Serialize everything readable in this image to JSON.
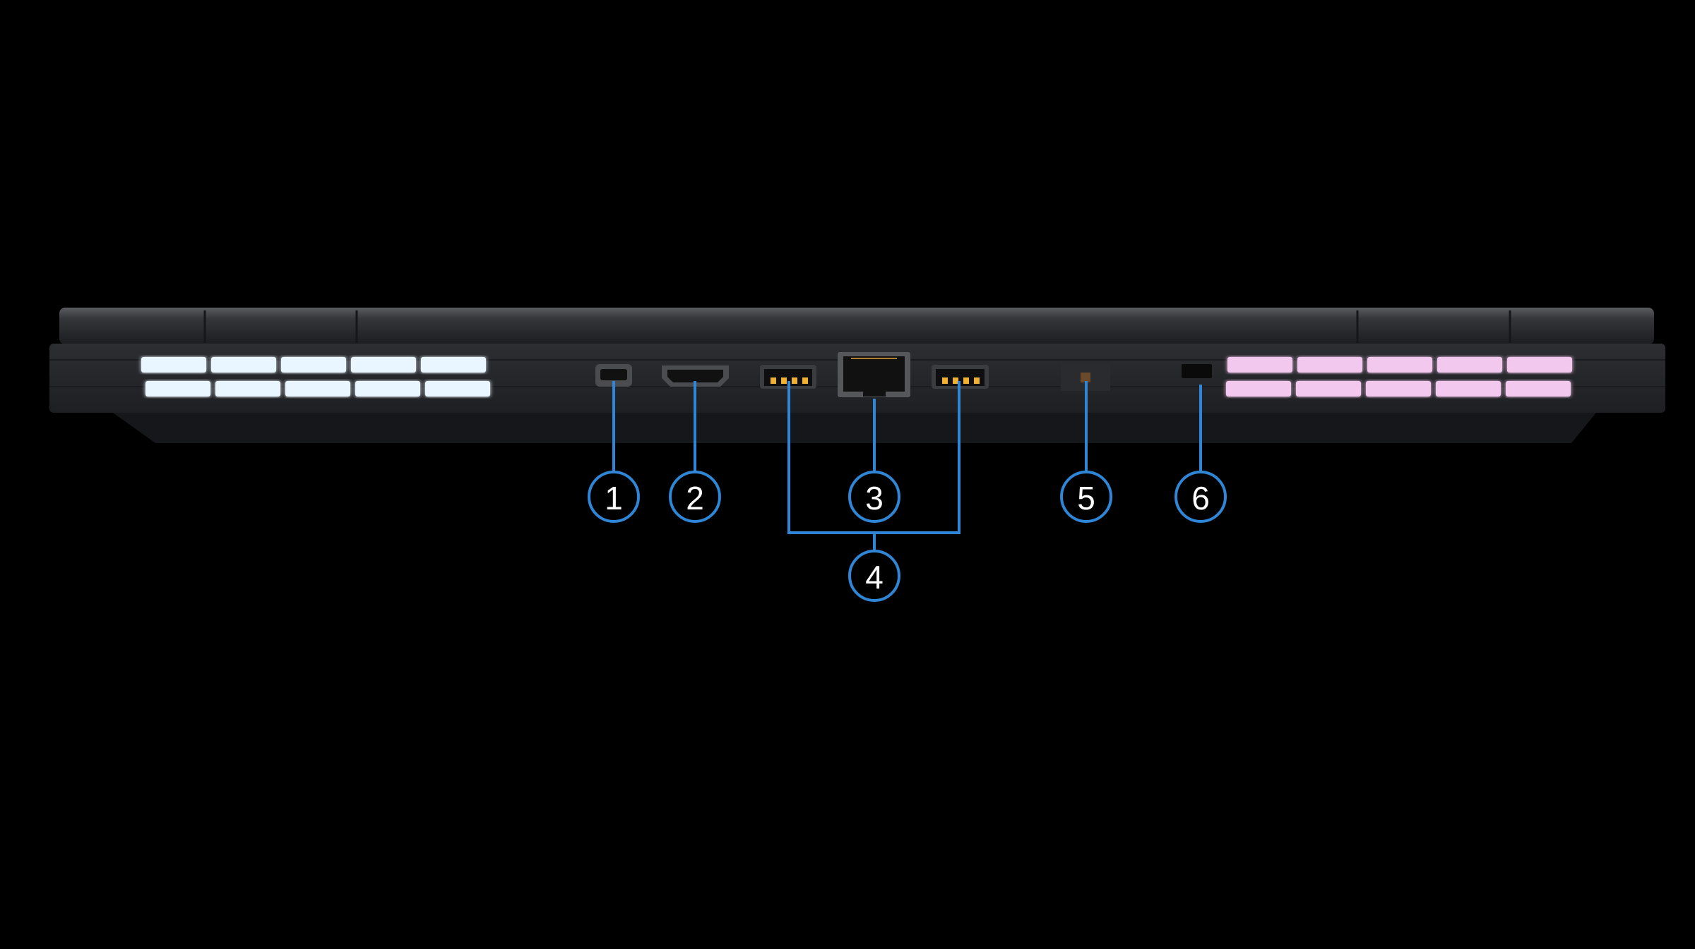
{
  "callouts": {
    "c1": "1",
    "c2": "2",
    "c3": "3",
    "c4": "4",
    "c5": "5",
    "c6": "6"
  },
  "colors": {
    "background": "#000000",
    "callout_line": "#2f86d6",
    "left_vent_glow": "#eaf6ff",
    "right_vent_glow": "#f3c8ef",
    "usb_pins": "#f0b030"
  }
}
